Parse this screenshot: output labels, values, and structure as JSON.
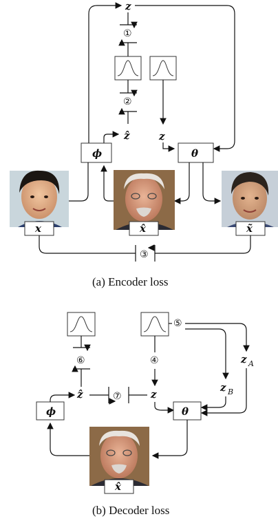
{
  "diagram": {
    "caption_a": "(a) Encoder loss",
    "caption_b": "(b) Decoder loss",
    "sym": {
      "z": "z",
      "z_hat": "ẑ",
      "phi": "ϕ",
      "theta": "θ",
      "x": "x",
      "x_hat": "x̂",
      "x_tilde": "x̃",
      "z_A": "z",
      "z_A_sub": "A",
      "z_B": "z",
      "z_B_sub": "B"
    },
    "steps": [
      "①",
      "②",
      "③",
      "④",
      "⑤",
      "⑥",
      "⑦"
    ],
    "icons": [
      "gaussian-icon",
      "face-image"
    ]
  }
}
